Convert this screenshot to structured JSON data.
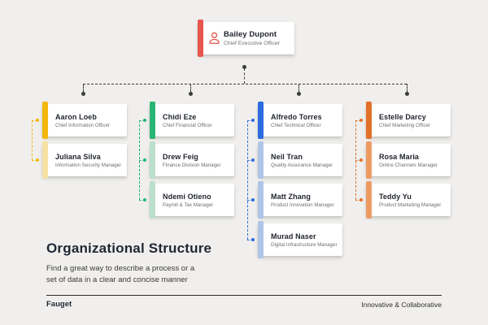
{
  "background": "#F0EFED",
  "org": {
    "connector_color": "#3B3B3B",
    "root": {
      "name": "Bailey Dupont",
      "title": "Chief Executive Officer",
      "accent": "#E8564E",
      "icon": "person-icon"
    },
    "columns": [
      {
        "accent": "#F2B70A",
        "accent_light": "#F5E1A4",
        "members": [
          {
            "name": "Aaron Loeb",
            "title": "Chief Information Officer"
          },
          {
            "name": "Juliana Silva",
            "title": "Information Security Manager"
          }
        ]
      },
      {
        "accent": "#29B573",
        "accent_light": "#BBDFCD",
        "members": [
          {
            "name": "Chidi Eze",
            "title": "Chief Financial Officer"
          },
          {
            "name": "Drew Feig",
            "title": "Finance Division Manager"
          },
          {
            "name": "Ndemi Otieno",
            "title": "Payroll & Tax Manager"
          }
        ]
      },
      {
        "accent": "#2D6BE0",
        "accent_light": "#B0C4E8",
        "members": [
          {
            "name": "Alfredo Torres",
            "title": "Chief Technical Officer"
          },
          {
            "name": "Neil Tran",
            "title": "Quality Assurance Manager"
          },
          {
            "name": "Matt Zhang",
            "title": "Product Innovation Manager"
          },
          {
            "name": "Murad Naser",
            "title": "Digital Infrastructure Manager"
          }
        ]
      },
      {
        "accent": "#E2702A",
        "accent_light": "#ED9B64",
        "members": [
          {
            "name": "Estelle Darcy",
            "title": "Chief Marketing Officer"
          },
          {
            "name": "Rosa Maria",
            "title": "Online Channels Manager"
          },
          {
            "name": "Teddy Yu",
            "title": "Product Marketing Manager"
          }
        ]
      }
    ]
  },
  "section": {
    "heading": "Organizational Structure",
    "lines": [
      "Find a great way to describe a process or a",
      "set of data in a clear and concise manner"
    ]
  },
  "footer": {
    "brand": "Fauget",
    "tagline": "Innovative & Collaborative"
  }
}
